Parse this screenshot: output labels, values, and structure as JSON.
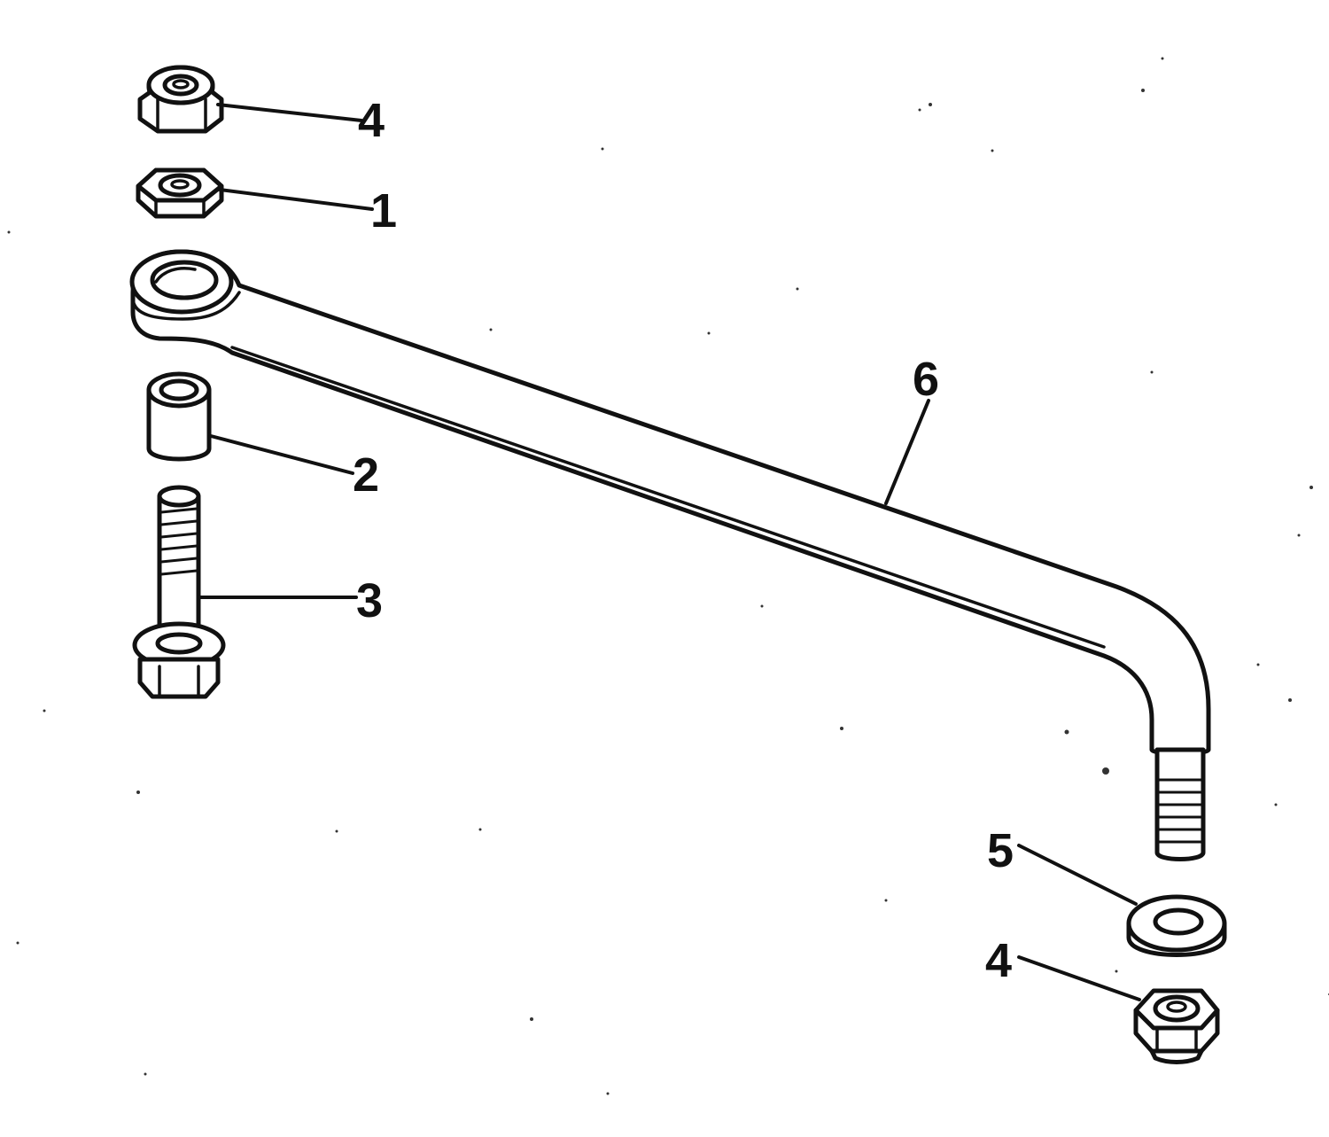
{
  "callouts": {
    "top_nut": "4",
    "hex_nut": "1",
    "spacer": "2",
    "bolt": "3",
    "link_rod": "6",
    "washer": "5",
    "bottom_nut": "4"
  },
  "colors": {
    "ink": "#111111",
    "paper": "#ffffff"
  }
}
